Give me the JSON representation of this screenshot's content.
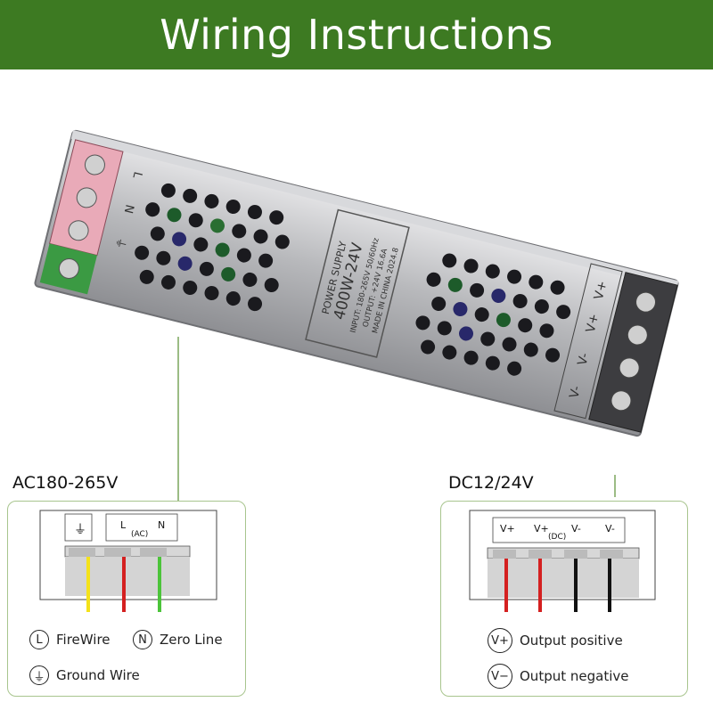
{
  "banner": {
    "title": "Wiring Instructions"
  },
  "device": {
    "brand": "POWER SUPPLY",
    "model": "400W-24V",
    "input": "INPUT: 180-265V 50/60Hz",
    "output": "OUTPUT: +24V 16.6A",
    "origin": "MADE IN CHINA 2024.8",
    "ac_terminals": [
      "L",
      "N",
      "⏚"
    ],
    "dc_terminals": [
      "V-",
      "V-",
      "V+",
      "V+"
    ]
  },
  "ac_panel": {
    "heading": "AC180-265V",
    "header_ground": "⏚",
    "header_l": "L",
    "header_ac": "(AC)",
    "header_n": "N",
    "wire_colors": [
      "#f4e21a",
      "#d42020",
      "#4cc43a"
    ],
    "legend": [
      {
        "symbol": "L",
        "text": "FireWire"
      },
      {
        "symbol": "N",
        "text": "Zero Line"
      },
      {
        "symbol": "⏚",
        "text": "Ground Wire"
      }
    ]
  },
  "dc_panel": {
    "heading": "DC12/24V",
    "header_labels": [
      "V+",
      "V+",
      "V-",
      "V-"
    ],
    "header_dc": "(DC)",
    "wire_colors": [
      "#d42020",
      "#d42020",
      "#111111",
      "#111111"
    ],
    "legend": [
      {
        "symbol": "V+",
        "text": "Output positive"
      },
      {
        "symbol": "V−",
        "text": "Output negative"
      }
    ]
  }
}
